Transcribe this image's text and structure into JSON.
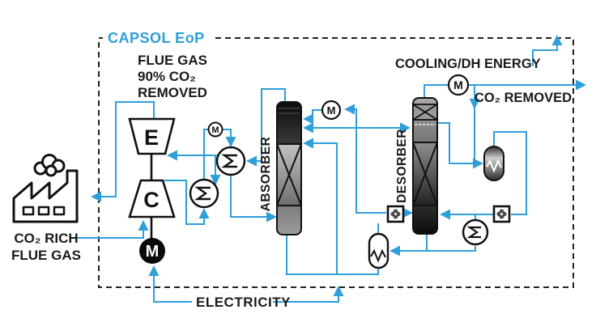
{
  "frame": {
    "title": "CAPSOL EoP"
  },
  "source": {
    "line1": "CO₂ RICH",
    "line2": "FLUE GAS"
  },
  "streams": {
    "treated": [
      "FLUE GAS",
      "90% CO₂",
      "REMOVED"
    ],
    "cooling": "COOLING/DH ENERGY",
    "co2": "CO₂ REMOVED",
    "electricity": "ELECTRICITY"
  },
  "equipment": {
    "expander": "E",
    "compressor": "C",
    "motor": "M",
    "absorber": "ABSORBER",
    "desorber": "DESORBER"
  },
  "colors": {
    "line": "#2E9FD9",
    "ink": "#111111"
  }
}
